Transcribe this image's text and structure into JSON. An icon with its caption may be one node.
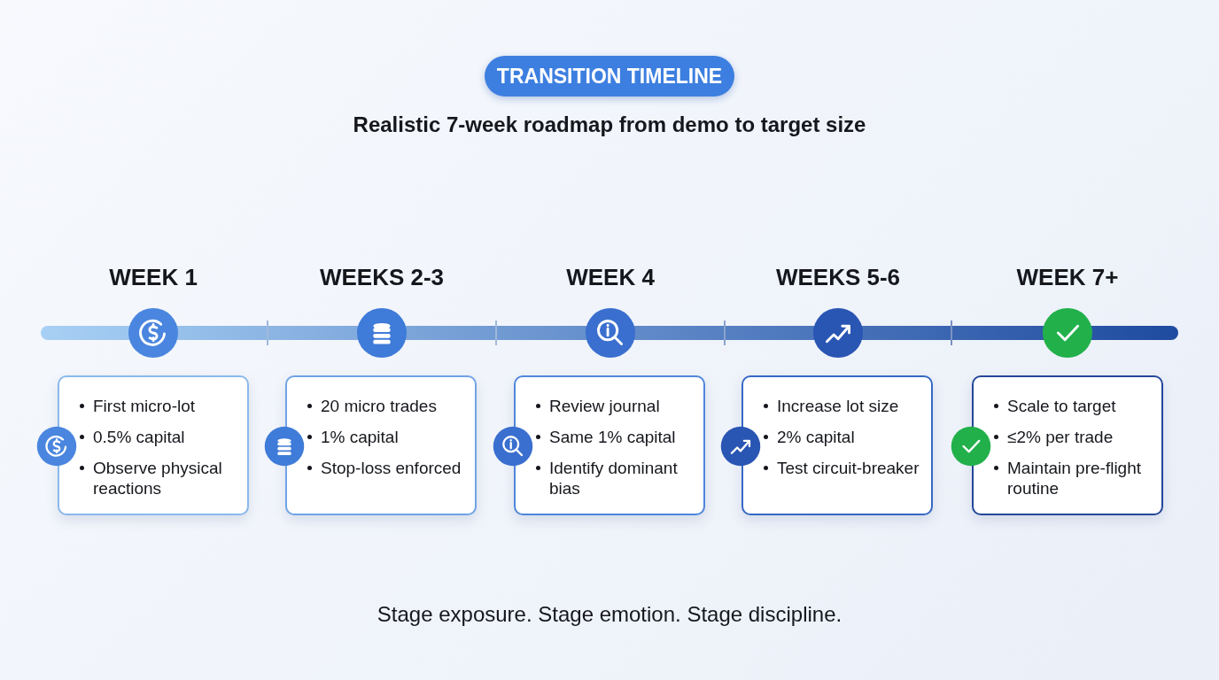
{
  "diagram": {
    "title": "TRANSITION TIMELINE",
    "nodes": [
      {
        "text": [
          "WEEK 1",
          "First micro-lot",
          "0.5% capital",
          "Observe physical reactions"
        ]
      },
      {
        "text": [
          "WEEKS 2-3",
          "20 micro trades",
          "1% capital",
          "Stop-loss enforced"
        ]
      },
      {
        "text": [
          "WEEK 4",
          "Review journal",
          "Same 1% capital",
          "Identify dominant bias"
        ]
      },
      {
        "text": [
          "WEEKS 5-6",
          "Increase lot size",
          "2% capital",
          "Test circuit-breaker"
        ]
      },
      {
        "text": [
          "WEEK 7+",
          "Scale to target",
          "≤2% per trade",
          "Maintain pre-flight routine"
        ]
      }
    ],
    "labels": [
      "Realistic 7-week roadmap from demo to target size",
      "Stage exposure. Stage emotion. Stage discipline."
    ]
  }
}
